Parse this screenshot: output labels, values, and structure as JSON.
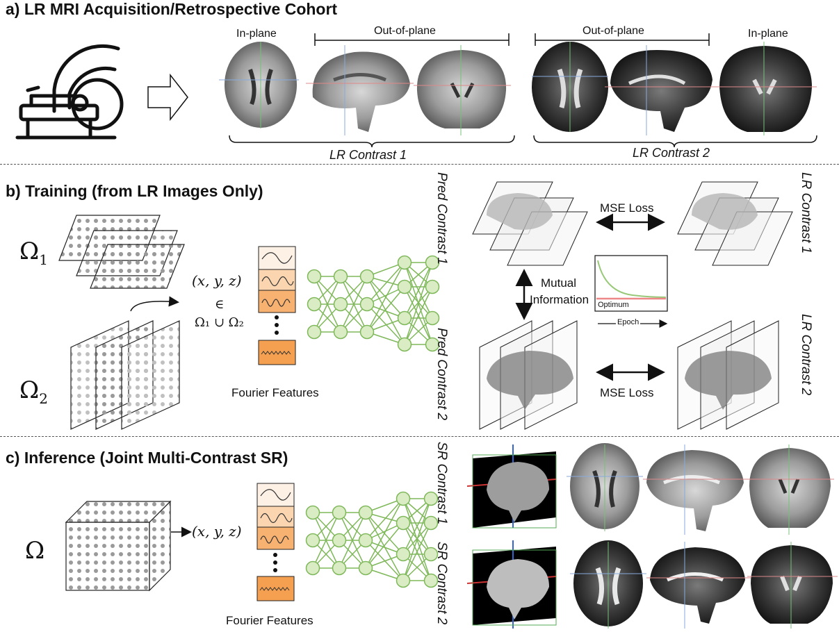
{
  "sections": {
    "a": {
      "title": "a) LR MRI Acquisition/Retrospective Cohort"
    },
    "b": {
      "title": "b) Training (from LR Images Only)"
    },
    "c": {
      "title": "c) Inference (Joint Multi-Contrast SR)"
    }
  },
  "panel_a": {
    "contrast1_in_plane": "In-plane",
    "contrast1_out_of_plane": "Out-of-plane",
    "contrast2_out_of_plane": "Out-of-plane",
    "contrast2_in_plane": "In-plane",
    "contrast1_label": "LR Contrast 1",
    "contrast2_label": "LR Contrast 2"
  },
  "panel_b": {
    "omega1": "Ω",
    "omega1_sub": "1",
    "omega2": "Ω",
    "omega2_sub": "2",
    "coords": "(x, y, z)",
    "element_of": "∈",
    "union": "Ω₁ ∪ Ω₂",
    "fourier_label": "Fourier Features",
    "pred_contrast1": "Pred Contrast 1",
    "pred_contrast2": "Pred Contrast 2",
    "lr_contrast1": "LR Contrast 1",
    "lr_contrast2": "LR Contrast 2",
    "mse_loss_top": "MSE Loss",
    "mse_loss_bottom": "MSE Loss",
    "mutual_info_line1": "Mutual",
    "mutual_info_line2": "Information",
    "optimum_label": "Optimum",
    "epoch_label": "Epoch"
  },
  "panel_c": {
    "omega": "Ω",
    "coords": "(x, y, z)",
    "fourier_label": "Fourier Features",
    "sr_contrast1": "SR Contrast 1",
    "sr_contrast2": "SR Contrast 2"
  },
  "colors": {
    "network_green": "#7fb85a",
    "node_fill": "#d9ecc4",
    "fourier_top": "#fdf0e4",
    "fourier_mid": "#f8c08a",
    "fourier_bottom": "#f5a050",
    "optimum_line": "#ee8888"
  }
}
